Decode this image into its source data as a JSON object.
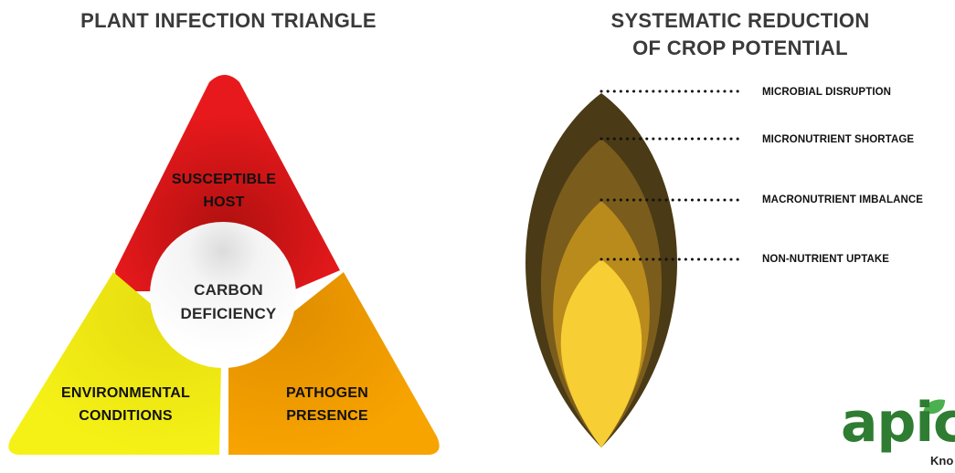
{
  "left": {
    "title": "PLANT INFECTION TRIANGLE",
    "triangle": {
      "top_label": [
        "SUSCEPTIBLE",
        "HOST"
      ],
      "left_label": [
        "ENVIRONMENTAL",
        "CONDITIONS"
      ],
      "right_label": [
        "PATHOGEN",
        "PRESENCE"
      ],
      "center_label": [
        "CARBON",
        "DEFICIENCY"
      ]
    },
    "colors": {
      "top": "#e8191c",
      "left": "#f2ee12",
      "right": "#f5a000",
      "center": "#ffffff"
    }
  },
  "right": {
    "title_lines": [
      "SYSTEMATIC REDUCTION",
      "OF CROP POTENTIAL"
    ],
    "levels": [
      {
        "label": "MICROBIAL DISRUPTION",
        "color": "#4a3a15"
      },
      {
        "label": "MICRONUTRIENT SHORTAGE",
        "color": "#7a5c1c"
      },
      {
        "label": "MACRONUTRIENT IMBALANCE",
        "color": "#b98b1d"
      },
      {
        "label": "NON-NUTRIENT UPTAKE",
        "color": "#f7cf34"
      }
    ]
  },
  "logo": {
    "word": "apic",
    "sub": "Kno",
    "color": "#2e7d32"
  }
}
